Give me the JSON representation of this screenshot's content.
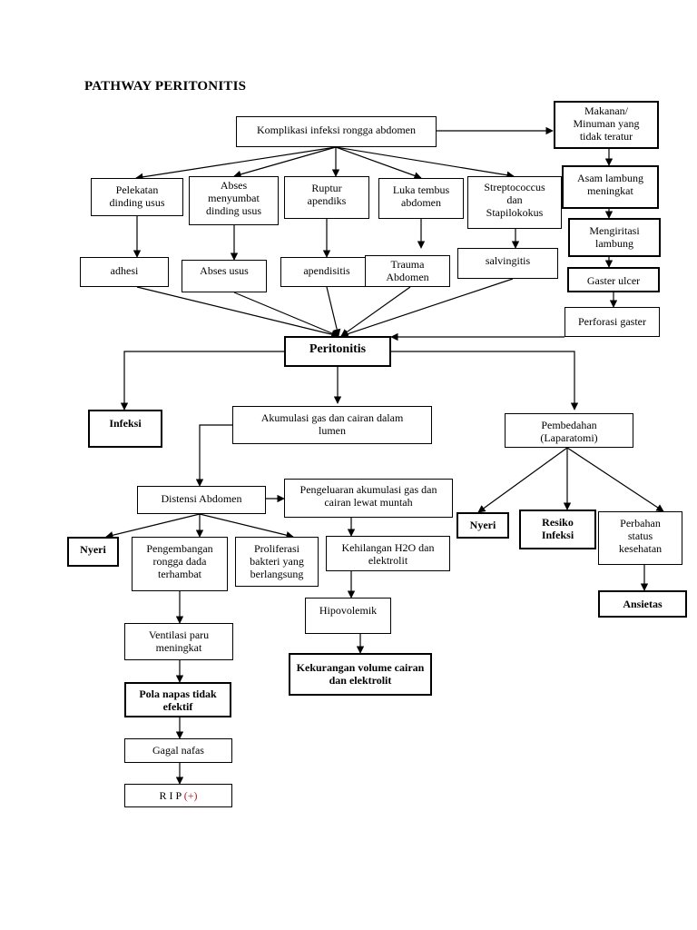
{
  "title": "PATHWAY PERITONITIS",
  "nodes": {
    "komplikasi": "Komplikasi infeksi rongga abdomen",
    "makanan": "Makanan/\nMinuman yang\ntidak teratur",
    "pelekatan": "Pelekatan\ndinding usus",
    "abses_menyumbat": "Abses\nmenyumbat\ndinding usus",
    "ruptur": "Ruptur\napendiks",
    "luka": "Luka tembus\nabdomen",
    "strepto": "Streptococcus\ndan\nStapilokokus",
    "asam": "Asam lambung\nmeningkat",
    "mengiritasi": "Mengiritasi\nlambung",
    "adhesi": "adhesi",
    "abses_usus": "Abses usus",
    "apendisitis": "apendisitis",
    "trauma": "Trauma\nAbdomen",
    "salvingitis": "salvingitis",
    "gaster_ulcer": "Gaster ulcer",
    "perforasi": "Perforasi gaster",
    "peritonitis": "Peritonitis",
    "infeksi": "Infeksi",
    "akumulasi": "Akumulasi gas dan cairan dalam\nlumen",
    "pembedahan": "Pembedahan\n(Laparatomi)",
    "distensi": "Distensi Abdomen",
    "pengeluaran": "Pengeluaran akumulasi gas dan\ncairan lewat muntah",
    "nyeri_kiri": "Nyeri",
    "pengembangan": "Pengembangan\nrongga dada\nterhambat",
    "proliferasi": "Proliferasi\nbakteri yang\nberlangsung",
    "kehilangan": "Kehilangan H2O dan\nelektrolit",
    "nyeri_kanan": "Nyeri",
    "resiko": "Resiko\nInfeksi",
    "perbahan": "Perbahan\nstatus\nkesehatan",
    "hipovolemik": "Hipovolemik",
    "ansietas": "Ansietas",
    "ventilasi": "Ventilasi paru\nmeningkat",
    "kekurangan": "Kekurangan volume cairan\ndan elektrolit",
    "pola": "Pola napas tidak\nefektif",
    "gagal": "Gagal nafas",
    "rip_text": "R I P",
    "rip_plus": "(+)"
  }
}
